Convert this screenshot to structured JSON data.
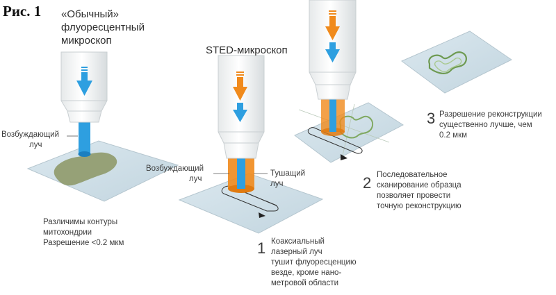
{
  "figure_label": "Рис. 1",
  "left": {
    "title": [
      "«Обычный»",
      "флуоресцентный",
      "микроскоп"
    ],
    "beam_label": [
      "Возбуждающий",
      "луч"
    ],
    "caption": [
      "Различимы контуры",
      "митохондрии",
      "Разрешение <0.2 мкм"
    ]
  },
  "middle": {
    "title": "STED-микроскоп",
    "excite_label": [
      "Возбуждающий",
      "луч"
    ],
    "quench_label": [
      "Тушащий",
      "луч"
    ],
    "step_number": "1",
    "caption": [
      "Коаксиальный",
      "лазерный луч",
      "тушит флуоресценцию",
      "везде, кроме нано-",
      "метровой области"
    ]
  },
  "right": {
    "step_number": "2",
    "caption": [
      "Последовательное",
      "сканирование образца",
      "позволяет провести",
      "точную реконструкцию"
    ]
  },
  "far_right": {
    "step_number": "3",
    "caption": [
      "Разрешение реконструкции",
      "существенно лучше, чем",
      "0.2 мкм"
    ]
  },
  "colors": {
    "blue": "#2e9fe0",
    "orange": "#f08a1c",
    "slide": "#cfdfe8",
    "sample": "#8f9a6a",
    "trace": "#7fa860"
  }
}
